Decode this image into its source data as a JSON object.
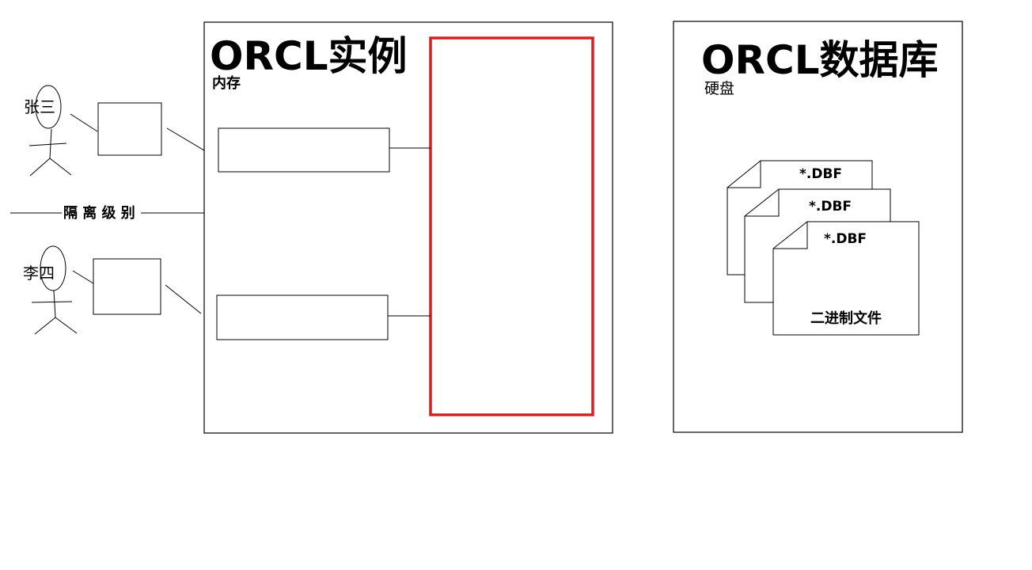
{
  "instance": {
    "title": "ORCL实例",
    "memory_label": "内存"
  },
  "database": {
    "title": "ORCL数据库",
    "disk_label": "硬盘",
    "files": [
      "*.DBF",
      "*.DBF",
      "*.DBF"
    ],
    "binary_label": "二进制文件"
  },
  "users": [
    {
      "name": "张三"
    },
    {
      "name": "李四"
    }
  ],
  "isolation_label": "隔 离 级 别",
  "colors": {
    "line": "#000000",
    "highlight": "#d42020"
  }
}
